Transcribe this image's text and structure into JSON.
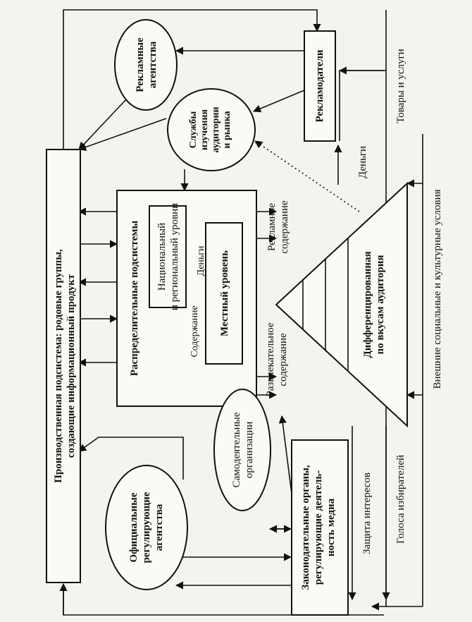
{
  "nodes": {
    "production": {
      "line1": "Производственная подсистема: родовые группы,",
      "line2": "создающие информационный продукт"
    },
    "advertising_agencies": {
      "line1": "Рекламные",
      "line2": "агентства"
    },
    "advertisers": {
      "label": "Рекламодатели"
    },
    "research_services": {
      "line1": "Службы",
      "line2": "изучения",
      "line3": "аудитории",
      "line4": "и рынка"
    },
    "distribution": {
      "title": "Распределительные подсистемы"
    },
    "national_level": {
      "line1": "Национальный",
      "line2": "и региональный уровни"
    },
    "local_level": {
      "label": "Местный уровень"
    },
    "audience": {
      "line1": "Дифференцированная",
      "line2": "по вкусам аудитория"
    },
    "self_organizations": {
      "line1": "Самодеятельные",
      "line2": "организации"
    },
    "official_agencies": {
      "line1": "Официальные",
      "line2": "регулирующие",
      "line3": "агентства"
    },
    "legislative": {
      "line1": "Законодательные органы,",
      "line2": "регулирующие деятель-",
      "line3": "ность медиа"
    }
  },
  "labels": {
    "goods_services": "Товары и услуги",
    "money_top": "Деньги",
    "money_inner": "Деньги",
    "content": "Содержание",
    "ad_content_1": "Рекламное",
    "ad_content_2": "содержание",
    "ent_content_1": "Развлекательное",
    "ent_content_2": "содержание",
    "external_conditions": "Внешние социальные и культурные условия",
    "interest_protection": "Защита интересов",
    "voters_voice": "Голоса избирателей"
  }
}
